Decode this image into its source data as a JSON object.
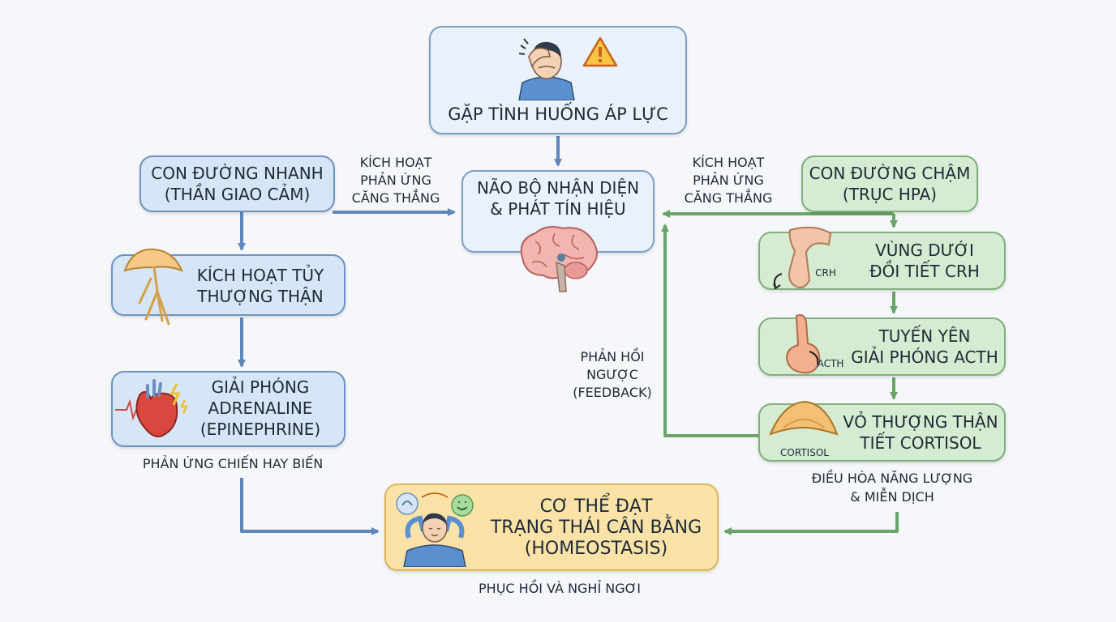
{
  "stress": {
    "title": "GẶP TÌNH HUỐNG ÁP LỰC"
  },
  "brain": {
    "line1": "NÃO BỘ NHẬN DIỆN",
    "line2": "& PHÁT TÍN HIỆU"
  },
  "fast": {
    "title1": "CON ĐƯỜNG NHANH",
    "title2": "(THẦN GIAO CẢM)",
    "step1_line1": "KÍCH HOẠT TỦY",
    "step1_line2": "THƯỢNG THẬN",
    "step2_line1": "GIẢI PHÓNG",
    "step2_line2": "ADRENALINE",
    "step2_line3": "(EPINEPHRINE)",
    "caption": "PHẢN ỨNG CHIẾN HAY BIẾN"
  },
  "slow": {
    "title1": "CON ĐƯỜNG CHẬM",
    "title2": "(TRỤC HPA)",
    "step1_line1": "VÙNG DƯỚI",
    "step1_line2": "ĐỒI TIẾT CRH",
    "step1_tag": "CRH",
    "step2_line1": "TUYẾN YÊN",
    "step2_line2": "GIẢI PHÓNG ACTH",
    "step2_tag": "ACTH",
    "step3_line1": "VỎ THƯỢNG THẬN",
    "step3_line2": "TIẾT CORTISOL",
    "step3_tag": "CORTISOL",
    "caption_line1": "ĐIỀU HÒA NĂNG LƯỢNG",
    "caption_line2": "& MIỄN DỊCH"
  },
  "labels": {
    "activate_left_1": "KÍCH HOẠT",
    "activate_left_2": "PHẢN ỨNG",
    "activate_left_3": "CĂNG THẲNG",
    "activate_right_1": "KÍCH HOẠT",
    "activate_right_2": "PHẢN ỨNG",
    "activate_right_3": "CĂNG THẲNG",
    "feedback_1": "PHẢN HỒI",
    "feedback_2": "NGƯỢC",
    "feedback_3": "(FEEDBACK)"
  },
  "result": {
    "line1": "CƠ THỂ ĐẠT",
    "line2": "TRẠNG THÁI CÂN BẰNG",
    "line3": "(HOMEOSTASIS)",
    "caption": "PHỤC HỒI VÀ NGHỈ NGƠI"
  },
  "colors": {
    "blue_arrow": "#5f86bd",
    "green_arrow": "#6aa468"
  }
}
